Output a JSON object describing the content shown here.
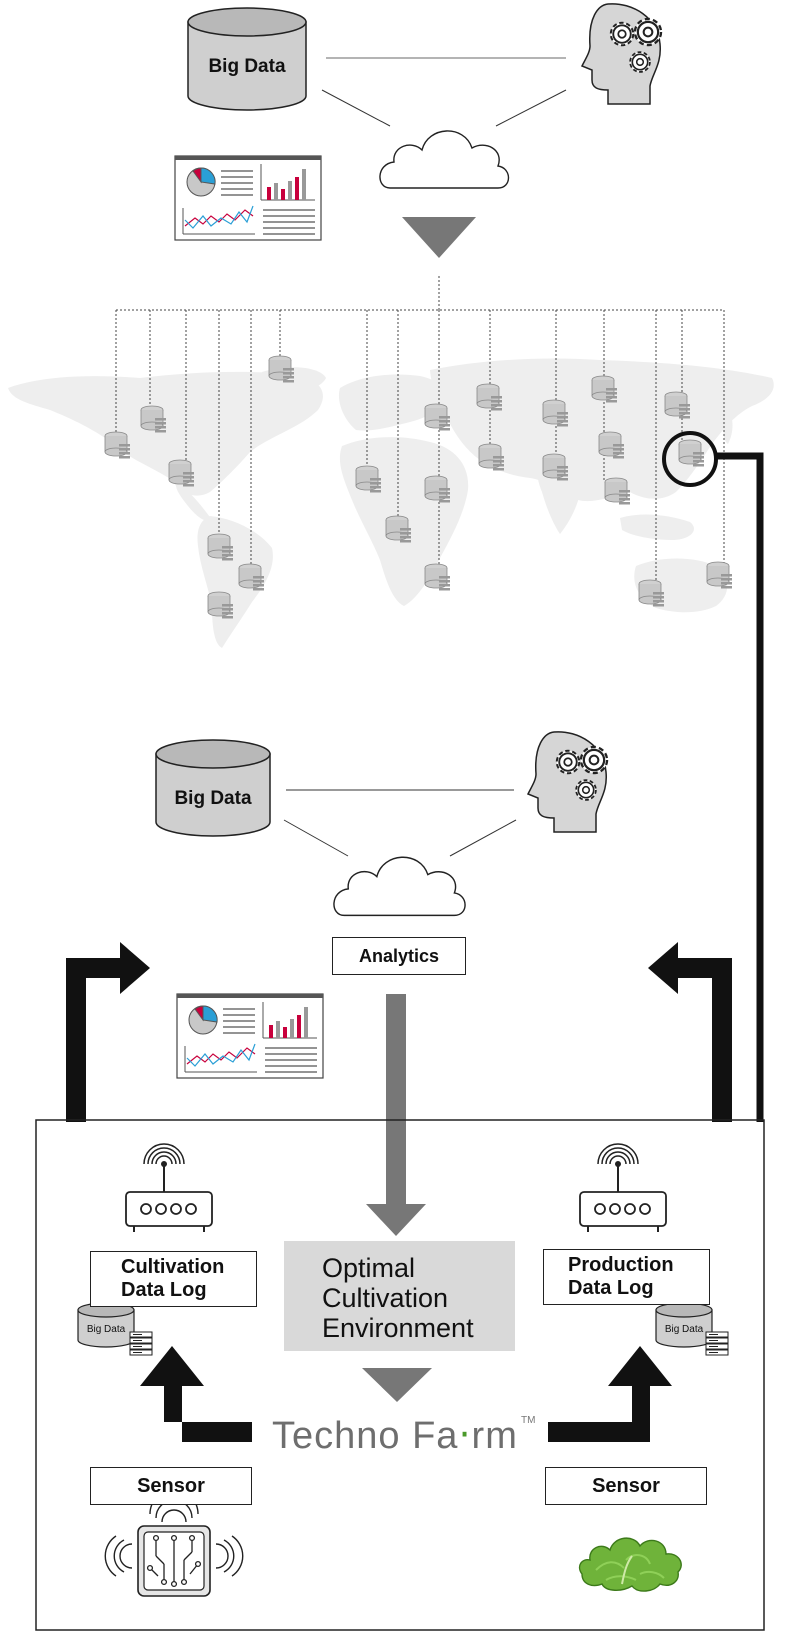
{
  "top_big_data_label": "Big Data",
  "bottom_big_data_label": "Big Data",
  "analytics_label": "Analytics",
  "cultivation_log": {
    "line1": "Cultivation",
    "line2": "Data Log"
  },
  "production_log": {
    "line1": "Production",
    "line2": "Data Log"
  },
  "mini_db_left": "Big Data",
  "mini_db_right": "Big Data",
  "optimal_env": {
    "line1": "Optimal",
    "line2": "Cultivation",
    "line3": "Environment"
  },
  "logo": {
    "part1": "Techno Fa",
    "leaf": "‧",
    "part2": "rm",
    "tm": "TM"
  },
  "sensor_left": "Sensor",
  "sensor_right": "Sensor",
  "colors": {
    "arrow_gray": "#777777",
    "dark": "#111111",
    "map": "#eeeeee",
    "chart_red": "#c8003c",
    "chart_blue": "#2a9fd6",
    "leaf_green": "#5aa02c",
    "optimal_bg": "#d9d9d9"
  },
  "icons": [
    "database-icon",
    "brain-gears-icon",
    "cloud-icon",
    "dashboard-icon",
    "world-map-icon",
    "server-node-icon",
    "router-icon",
    "sensor-chip-icon",
    "lettuce-icon",
    "highlight-circle-icon"
  ]
}
